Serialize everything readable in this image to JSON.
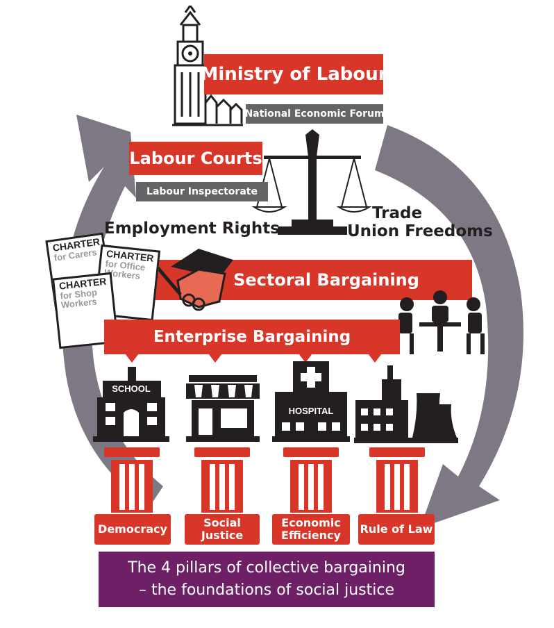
{
  "ministry": {
    "label": "Ministry of Labour",
    "sub": "National Economic Forum"
  },
  "courts": {
    "label": "Labour Courts",
    "sub": "Labour Inspectorate"
  },
  "rights": {
    "employment": "Employment Rights",
    "trade_line1": "Trade",
    "trade_line2": "Union Freedoms"
  },
  "sectoral": {
    "label": "Sectoral Bargaining"
  },
  "enterprise": {
    "label": "Enterprise Bargaining"
  },
  "charters": [
    {
      "title": "CHARTER",
      "sub": "for Carers"
    },
    {
      "title": "CHARTER",
      "sub": "for Office Workers"
    },
    {
      "title": "CHARTER",
      "sub": "for Shop Workers"
    }
  ],
  "buildings": {
    "school": "SCHOOL",
    "hospital": "HOSPITAL"
  },
  "pillars": [
    {
      "label": "Democracy"
    },
    {
      "label": "Social Justice"
    },
    {
      "label": "Economic Efficiency"
    },
    {
      "label": "Rule of Law"
    }
  ],
  "footer": {
    "line1": "The 4 pillars of collective bargaining",
    "line2": "– the foundations of social justice"
  },
  "colors": {
    "red": "#d9362a",
    "grey": "#636466",
    "cycle": "#7d7883",
    "purple": "#6d2066",
    "ink": "#231f20"
  }
}
